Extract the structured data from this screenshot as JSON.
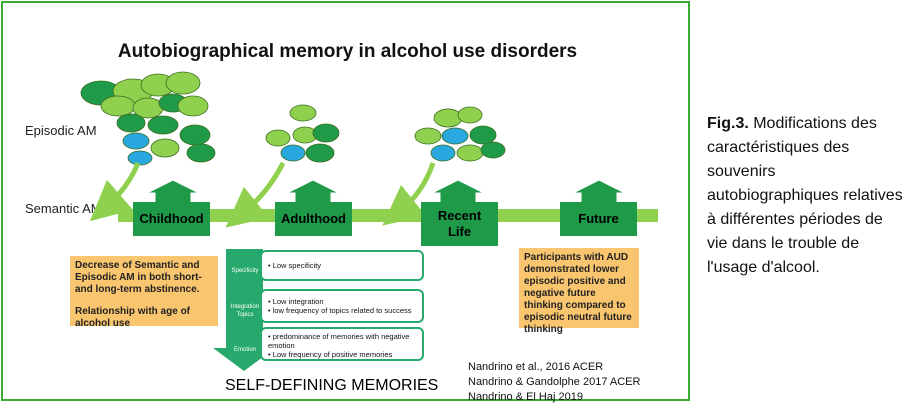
{
  "figure": {
    "title": "Autobiographical memory in alcohol use disorders",
    "episodic_label": "Episodic AM",
    "semantic_label": "Semantic AM",
    "periods": [
      "Childhood",
      "Adulthood",
      "Recent Life",
      "Future"
    ],
    "left_note": {
      "p1": "Decrease of Semantic and Episodic AM in both short- and long-term abstinence.",
      "p2": "Relationship with age of alcohol use"
    },
    "right_note": "Participants with AUD demonstrated lower episodic positive and negative future thinking compared to episodic neutral future thinking",
    "self_defining": {
      "title": "SELF-DEFINING MEMORIES",
      "rows": [
        {
          "tag": "Specificity",
          "lines": [
            "• Low specificity"
          ]
        },
        {
          "tag": "Integration Topics",
          "lines": [
            "• Low integration",
            "• low frequency of topics related to success"
          ]
        },
        {
          "tag": "Emotion",
          "lines": [
            "• predominance of memories with negative emotion",
            "• Low frequency of positive memories"
          ]
        }
      ]
    },
    "references": [
      "Nandrino et al., 2016 ACER",
      "Nandrino & Gandolphe 2017 ACER",
      "Nandrino & El Haj 2019"
    ]
  },
  "caption": {
    "label": "Fig.3.",
    "text": " Modifications des caractéristiques des souvenirs autobiographiques relatives à différentes périodes de vie dans le trouble de l'usage d'alcool."
  },
  "colors": {
    "frame": "#3aaa35",
    "cloud_light": "#8fd14f",
    "cloud_dark": "#1f9a48",
    "cloud_blue": "#29a8e0",
    "period_box": "#1f9a48",
    "note_box": "#f9c56f",
    "sdm_box": "#27a96d"
  }
}
